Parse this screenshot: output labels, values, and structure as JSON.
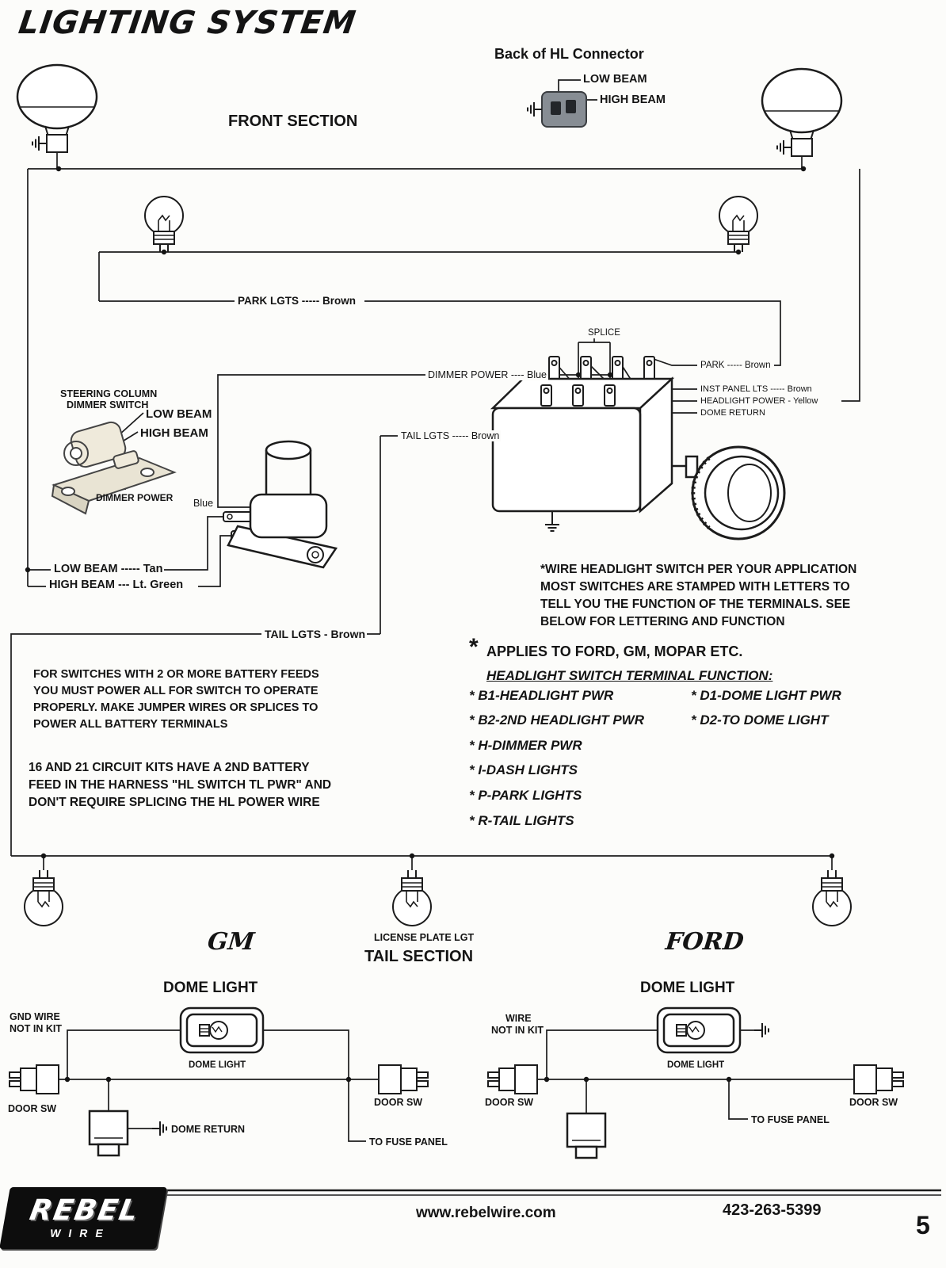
{
  "title": "LIGHTING SYSTEM",
  "front": {
    "heading": "FRONT SECTION",
    "connector": {
      "title": "Back of HL Connector",
      "low_beam": "LOW BEAM",
      "high_beam": "HIGH BEAM"
    },
    "steering": {
      "line1": "STEERING COLUMN",
      "line2": "DIMMER SWITCH",
      "low_beam": "LOW BEAM",
      "high_beam": "HIGH BEAM",
      "dimmer_power": "DIMMER POWER"
    },
    "wires": {
      "park_lgts": "PARK LGTS ----- Brown",
      "splice": "SPLICE",
      "dimmer_power": "DIMMER POWER ----  Blue",
      "park": "PARK -----  Brown",
      "inst_panel": "INST PANEL LTS  -----  Brown",
      "headlight_power": "HEADLIGHT POWER -  Yellow",
      "dome_return": "DOME RETURN",
      "tail_lgts": "TAIL LGTS -----  Brown",
      "blue": "Blue",
      "low_beam_tan": "LOW BEAM -----  Tan",
      "high_beam_green": "HIGH BEAM ---  Lt. Green",
      "tail_lgts2": "TAIL LGTS -  Brown"
    }
  },
  "notes": {
    "switch_note": [
      "*WIRE HEADLIGHT SWITCH PER YOUR APPLICATION",
      "MOST SWITCHES ARE STAMPED WITH LETTERS TO",
      "TELL YOU THE FUNCTION OF THE TERMINALS.  SEE",
      "BELOW FOR LETTERING AND FUNCTION"
    ],
    "applies_star": "*",
    "applies": "APPLIES TO FORD, GM, MOPAR ETC.",
    "terminal_heading": "HEADLIGHT SWITCH TERMINAL FUNCTION:",
    "terminals_left": [
      "* B1-HEADLIGHT PWR",
      "* B2-2ND HEADLIGHT PWR",
      "* H-DIMMER PWR",
      "* I-DASH LIGHTS",
      "* P-PARK LIGHTS",
      "* R-TAIL LIGHTS"
    ],
    "terminals_right": [
      "* D1-DOME LIGHT PWR",
      "* D2-TO DOME LIGHT"
    ],
    "battery_note": [
      "FOR SWITCHES WITH 2 OR MORE BATTERY FEEDS",
      "YOU MUST POWER ALL FOR SWITCH TO OPERATE",
      "PROPERLY. MAKE JUMPER WIRES OR SPLICES TO",
      "POWER ALL BATTERY TERMINALS"
    ],
    "kit_note": [
      "16 AND 21 CIRCUIT KITS HAVE A 2ND BATTERY",
      "FEED IN THE HARNESS \"HL SWITCH TL PWR\" AND",
      "DON'T REQUIRE SPLICING THE HL POWER WIRE"
    ]
  },
  "tail": {
    "gm": "GM",
    "ford": "FORD",
    "heading": "TAIL SECTION",
    "license": "LICENSE PLATE LGT",
    "dome_heading": "DOME LIGHT",
    "dome_label": "DOME LIGHT",
    "gnd_wire1": "GND WIRE",
    "gnd_wire2": "NOT IN KIT",
    "wire1": "WIRE",
    "wire2": "NOT IN KIT",
    "door_sw": "DOOR SW",
    "dome_return": "DOME RETURN",
    "to_fuse": "TO FUSE PANEL"
  },
  "footer": {
    "logo_top": "REBEL",
    "logo_bottom": "WIRE",
    "website": "www.rebelwire.com",
    "phone": "423-263-5399",
    "page": "5"
  }
}
